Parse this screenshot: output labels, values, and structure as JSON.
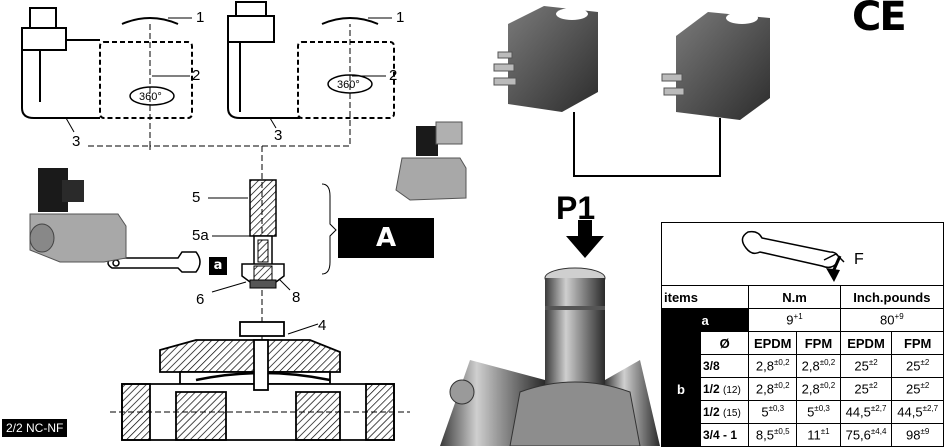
{
  "mark": "CE",
  "callouts": [
    "1",
    "2",
    "3",
    "4",
    "5",
    "5a",
    "6",
    "8"
  ],
  "rotation_label": "360°",
  "assembly_label": "A",
  "tool_badge": "a",
  "pressure_port": "P1",
  "model_tag": "2/2 NC-NF",
  "table": {
    "force_label": "F",
    "col_items": "items",
    "col_nm": "N.m",
    "col_inch": "Inch.pounds",
    "row_a": {
      "label": "a",
      "nm": "9",
      "nm_tol": "+1",
      "inch": "80",
      "inch_tol": "+9"
    },
    "subhead": {
      "dia": "Ø",
      "epdm1": "EPDM",
      "fpm1": "FPM",
      "epdm2": "EPDM",
      "fpm2": "FPM"
    },
    "row_b_label": "b",
    "rows": [
      {
        "size": "3/8",
        "sub": "",
        "v1": "2,8",
        "t1": "±0,2",
        "v2": "2,8",
        "t2": "±0,2",
        "v3": "25",
        "t3": "±2",
        "v4": "25",
        "t4": "±2"
      },
      {
        "size": "1/2",
        "sub": "(12)",
        "v1": "2,8",
        "t1": "±0,2",
        "v2": "2,8",
        "t2": "±0,2",
        "v3": "25",
        "t3": "±2",
        "v4": "25",
        "t4": "±2"
      },
      {
        "size": "1/2",
        "sub": "(15)",
        "v1": "5",
        "t1": "±0,3",
        "v2": "5",
        "t2": "±0,3",
        "v3": "44,5",
        "t3": "±2,7",
        "v4": "44,5",
        "t4": "±2,7"
      },
      {
        "size": "3/4 - 1",
        "sub": "",
        "v1": "8,5",
        "t1": "±0,5",
        "v2": "11",
        "t2": "±1",
        "v3": "75,6",
        "t3": "±4,4",
        "v4": "98",
        "t4": "±9"
      }
    ]
  }
}
